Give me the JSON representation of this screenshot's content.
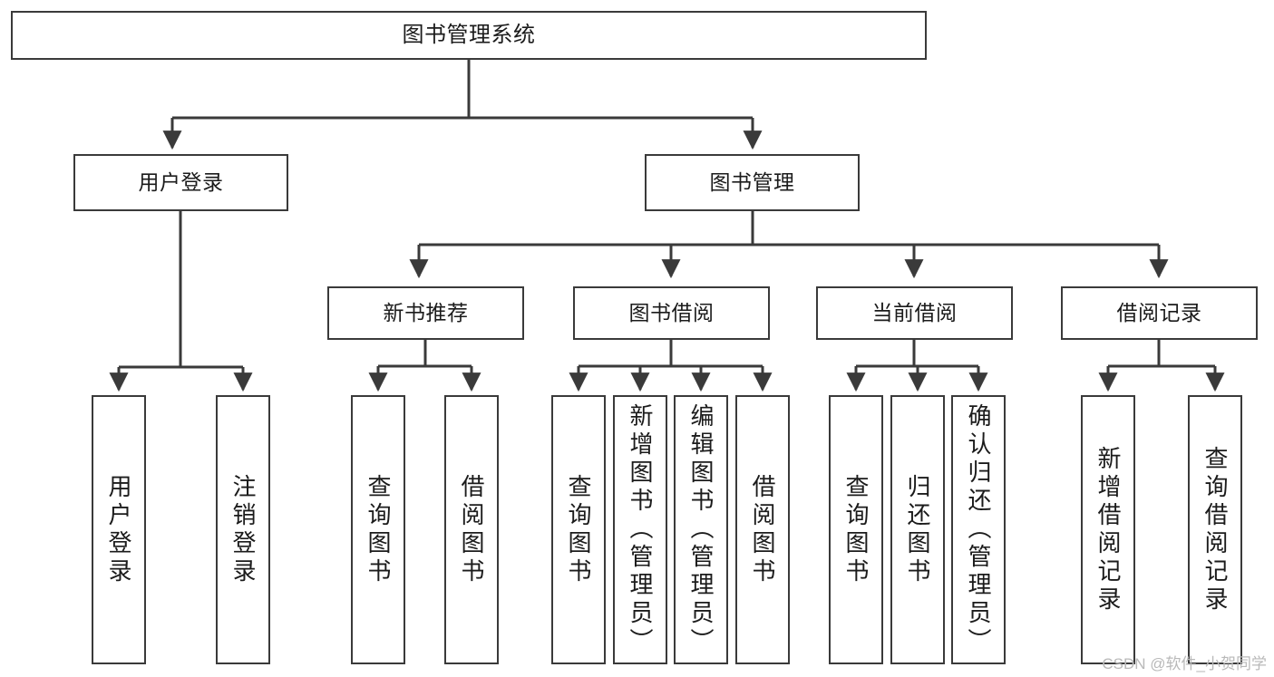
{
  "diagram": {
    "type": "tree",
    "title": "图书管理系统",
    "line_color": "#3a3a3a",
    "box_fill": "#ffffff",
    "text_color": "#1b1b1b",
    "root": {
      "id": "root",
      "label": "图书管理系统"
    },
    "level2": [
      {
        "id": "user-login",
        "label": "用户登录"
      },
      {
        "id": "book-manage",
        "label": "图书管理"
      }
    ],
    "level3": [
      {
        "id": "new-book-recommend",
        "label": "新书推荐",
        "parent": "book-manage"
      },
      {
        "id": "book-borrow",
        "label": "图书借阅",
        "parent": "book-manage"
      },
      {
        "id": "current-borrow",
        "label": "当前借阅",
        "parent": "book-manage"
      },
      {
        "id": "borrow-record",
        "label": "借阅记录",
        "parent": "book-manage"
      }
    ],
    "leaves": {
      "user-login": [
        {
          "id": "leaf-user-login",
          "label": "用户登录"
        },
        {
          "id": "leaf-user-logout",
          "label": "注销登录"
        }
      ],
      "new-book-recommend": [
        {
          "id": "leaf-query-book-1",
          "label": "查询图书"
        },
        {
          "id": "leaf-borrow-book-1",
          "label": "借阅图书"
        }
      ],
      "book-borrow": [
        {
          "id": "leaf-query-book-2",
          "label": "查询图书"
        },
        {
          "id": "leaf-add-book",
          "label": "新增图书（管理员）"
        },
        {
          "id": "leaf-edit-book",
          "label": "编辑图书（管理员）"
        },
        {
          "id": "leaf-borrow-book-2",
          "label": "借阅图书"
        }
      ],
      "current-borrow": [
        {
          "id": "leaf-query-book-3",
          "label": "查询图书"
        },
        {
          "id": "leaf-return-book",
          "label": "归还图书"
        },
        {
          "id": "leaf-confirm-return",
          "label": "确认归还（管理员）"
        }
      ],
      "borrow-record": [
        {
          "id": "leaf-add-record",
          "label": "新增借阅记录"
        },
        {
          "id": "leaf-query-record",
          "label": "查询借阅记录"
        }
      ]
    }
  },
  "watermark": {
    "text": "CSDN @软件_小贺同学"
  }
}
